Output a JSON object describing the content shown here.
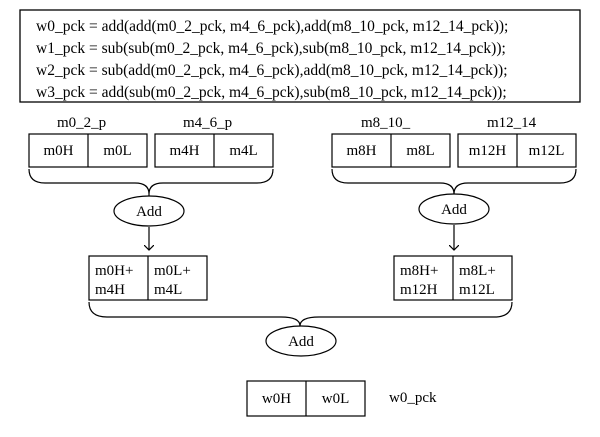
{
  "code_lines": [
    "w0_pck = add(add(m0_2_pck, m4_6_pck),add(m8_10_pck, m12_14_pck));",
    "w1_pck = sub(sub(m0_2_pck, m4_6_pck),sub(m8_10_pck, m12_14_pck));",
    "w2_pck = sub(add(m0_2_pck, m4_6_pck),add(m8_10_pck, m12_14_pck));",
    "w3_pck = add(sub(m0_2_pck, m4_6_pck),sub(m8_10_pck, m12_14_pck));"
  ],
  "inputs": {
    "m0_2": {
      "label": "m0_2_p",
      "high": "m0H",
      "low": "m0L"
    },
    "m4_6": {
      "label": "m4_6_p",
      "high": "m4H",
      "low": "m4L"
    },
    "m8_10": {
      "label": "m8_10_",
      "high": "m8H",
      "low": "m8L"
    },
    "m12_14": {
      "label": "m12_14",
      "high": "m12H",
      "low": "m12L"
    }
  },
  "ops": {
    "left_add": "Add",
    "right_add": "Add",
    "final_add": "Add"
  },
  "intermediate": {
    "left": {
      "high": [
        "m0H+",
        "m4H"
      ],
      "low": [
        "m0L+",
        "m4L"
      ]
    },
    "right": {
      "high": [
        "m8H+",
        "m12H"
      ],
      "low": [
        "m8L+",
        "m12L"
      ]
    }
  },
  "output": {
    "high": "w0H",
    "low": "w0L",
    "label": "w0_pck"
  }
}
